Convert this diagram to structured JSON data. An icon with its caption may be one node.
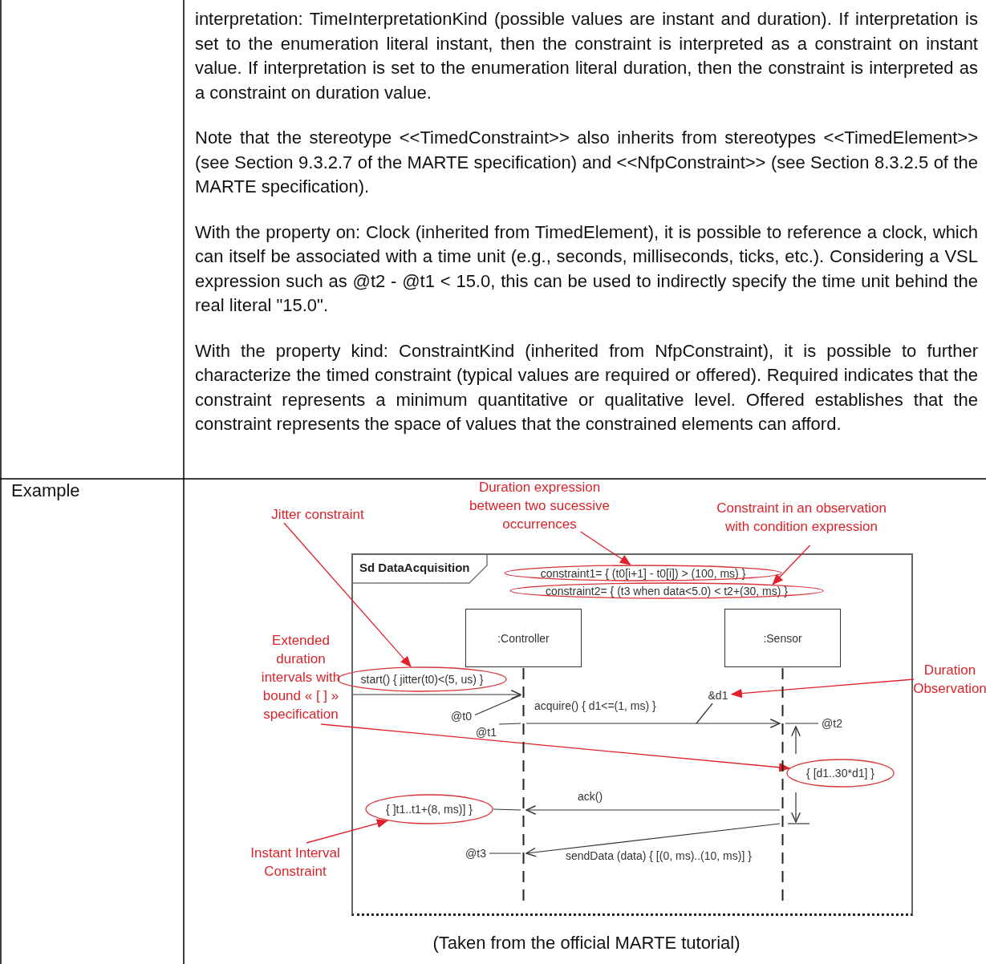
{
  "diagram": {
    "nodes": [
      {
        "text": [
          "Sd DataAcquisition"
        ]
      },
      {
        "text": [
          "constraint1= { (t0[i+1] - t0[i]) > (100, ms) }"
        ],
        "in": 0
      },
      {
        "text": [
          "constraint2= { (t3 when data<5.0) < t2+(30, ms) }"
        ],
        "in": 0
      },
      {
        "text": [
          ":Controller"
        ],
        "in": 0
      },
      {
        "text": [
          ":Sensor"
        ],
        "in": 0
      },
      {
        "text": [
          "start() { jitter(t0)<(5, us) }"
        ]
      },
      {
        "text": [
          "&d1"
        ],
        "in": 0
      },
      {
        "text": [
          "@t0"
        ],
        "in": 0
      },
      {
        "text": [
          "@t1"
        ],
        "in": 0
      },
      {
        "text": [
          "@t2"
        ],
        "in": 0
      },
      {
        "text": [
          "{ [d1..30*d1] }"
        ],
        "in": 0
      },
      {
        "text": [
          "{ ]t1..t1+(8, ms)] }"
        ],
        "in": 0
      },
      {
        "text": [
          "@t3"
        ],
        "in": 0
      },
      {
        "text": [
          "Jitter constraint"
        ]
      },
      {
        "text": [
          "Duration expression between two sucessive occurrences"
        ]
      },
      {
        "text": [
          "Constraint in an observation with condition expression"
        ]
      },
      {
        "text": [
          "Extended duration intervals with bound « [ ] » specification"
        ]
      },
      {
        "text": [
          "Duration Observation"
        ]
      },
      {
        "text": [
          "Instant Interval Constraint"
        ]
      },
      {
        "text": [],
        "shape": "line",
        "in": 0
      },
      {
        "text": [],
        "shape": "line",
        "in": 0
      }
    ],
    "edges": [
      {
        "from": null,
        "to": 19,
        "arrow": "to"
      },
      {
        "from": 19,
        "to": 20,
        "arrow": "to",
        "label": "acquire() { d1<=(1, ms) }"
      },
      {
        "from": 20,
        "to": 19,
        "arrow": "to",
        "label": "ack()"
      },
      {
        "from": 20,
        "to": 19,
        "arrow": "to",
        "label": "sendData (data) { [(0, ms)..(10, ms)] }"
      },
      {
        "from": 6,
        "to": null,
        "arrow": "none"
      },
      {
        "from": 7,
        "to": 19,
        "arrow": "none"
      },
      {
        "from": 8,
        "to": 19,
        "arrow": "none"
      },
      {
        "from": 9,
        "to": 20,
        "arrow": "none"
      },
      {
        "from": 11,
        "to": 19,
        "arrow": "none"
      },
      {
        "from": 12,
        "to": 19,
        "arrow": "none"
      },
      {
        "from": 13,
        "to": 5,
        "arrow": "to",
        "color": "#e0202a"
      },
      {
        "from": 14,
        "to": 1,
        "arrow": "to",
        "color": "#e0202a"
      },
      {
        "from": 15,
        "to": 2,
        "arrow": "to",
        "color": "#e0202a"
      },
      {
        "from": 16,
        "to": 10,
        "arrow": "to",
        "color": "#e0202a"
      },
      {
        "from": 17,
        "to": 6,
        "arrow": "to",
        "color": "#e0202a"
      },
      {
        "from": 18,
        "to": 11,
        "arrow": "to",
        "color": "#e0202a"
      }
    ],
    "labels": [
      "interpretation: TimeInterpretationKind (possible values are instant and duration). If interpretation is set to the enumeration literal instant, then the constraint is interpreted as a constraint on instant value. If interpretation is set to the enumeration literal duration, then the constraint is interpreted as a constraint on duration value.",
      "Note that the stereotype <<TimedConstraint>> also inherits from stereotypes <<TimedElement>> (see Section 9.3.2.7 of the MARTE specification) and <<NfpConstraint>> (see Section 8.3.2.5 of the MARTE specification).",
      "With the property on: Clock (inherited from TimedElement), it is possible to reference a clock, which can itself be associated with a time unit (e.g., seconds, milliseconds, ticks, etc.). Considering a VSL expression such as @t2 - @t1 < 15.0, this can be used to indirectly specify the time unit behind the real literal \"15.0\".",
      "With the property kind: ConstraintKind (inherited from NfpConstraint), it is possible to further characterize the timed constraint (typical values are required or offered). Required indicates that the constraint represents a minimum quantitative or qualitative level. Offered establishes that the constraint represents the space of values that the constrained elements can afford.",
      "Example",
      "(Taken from the official MARTE tutorial)"
    ]
  }
}
